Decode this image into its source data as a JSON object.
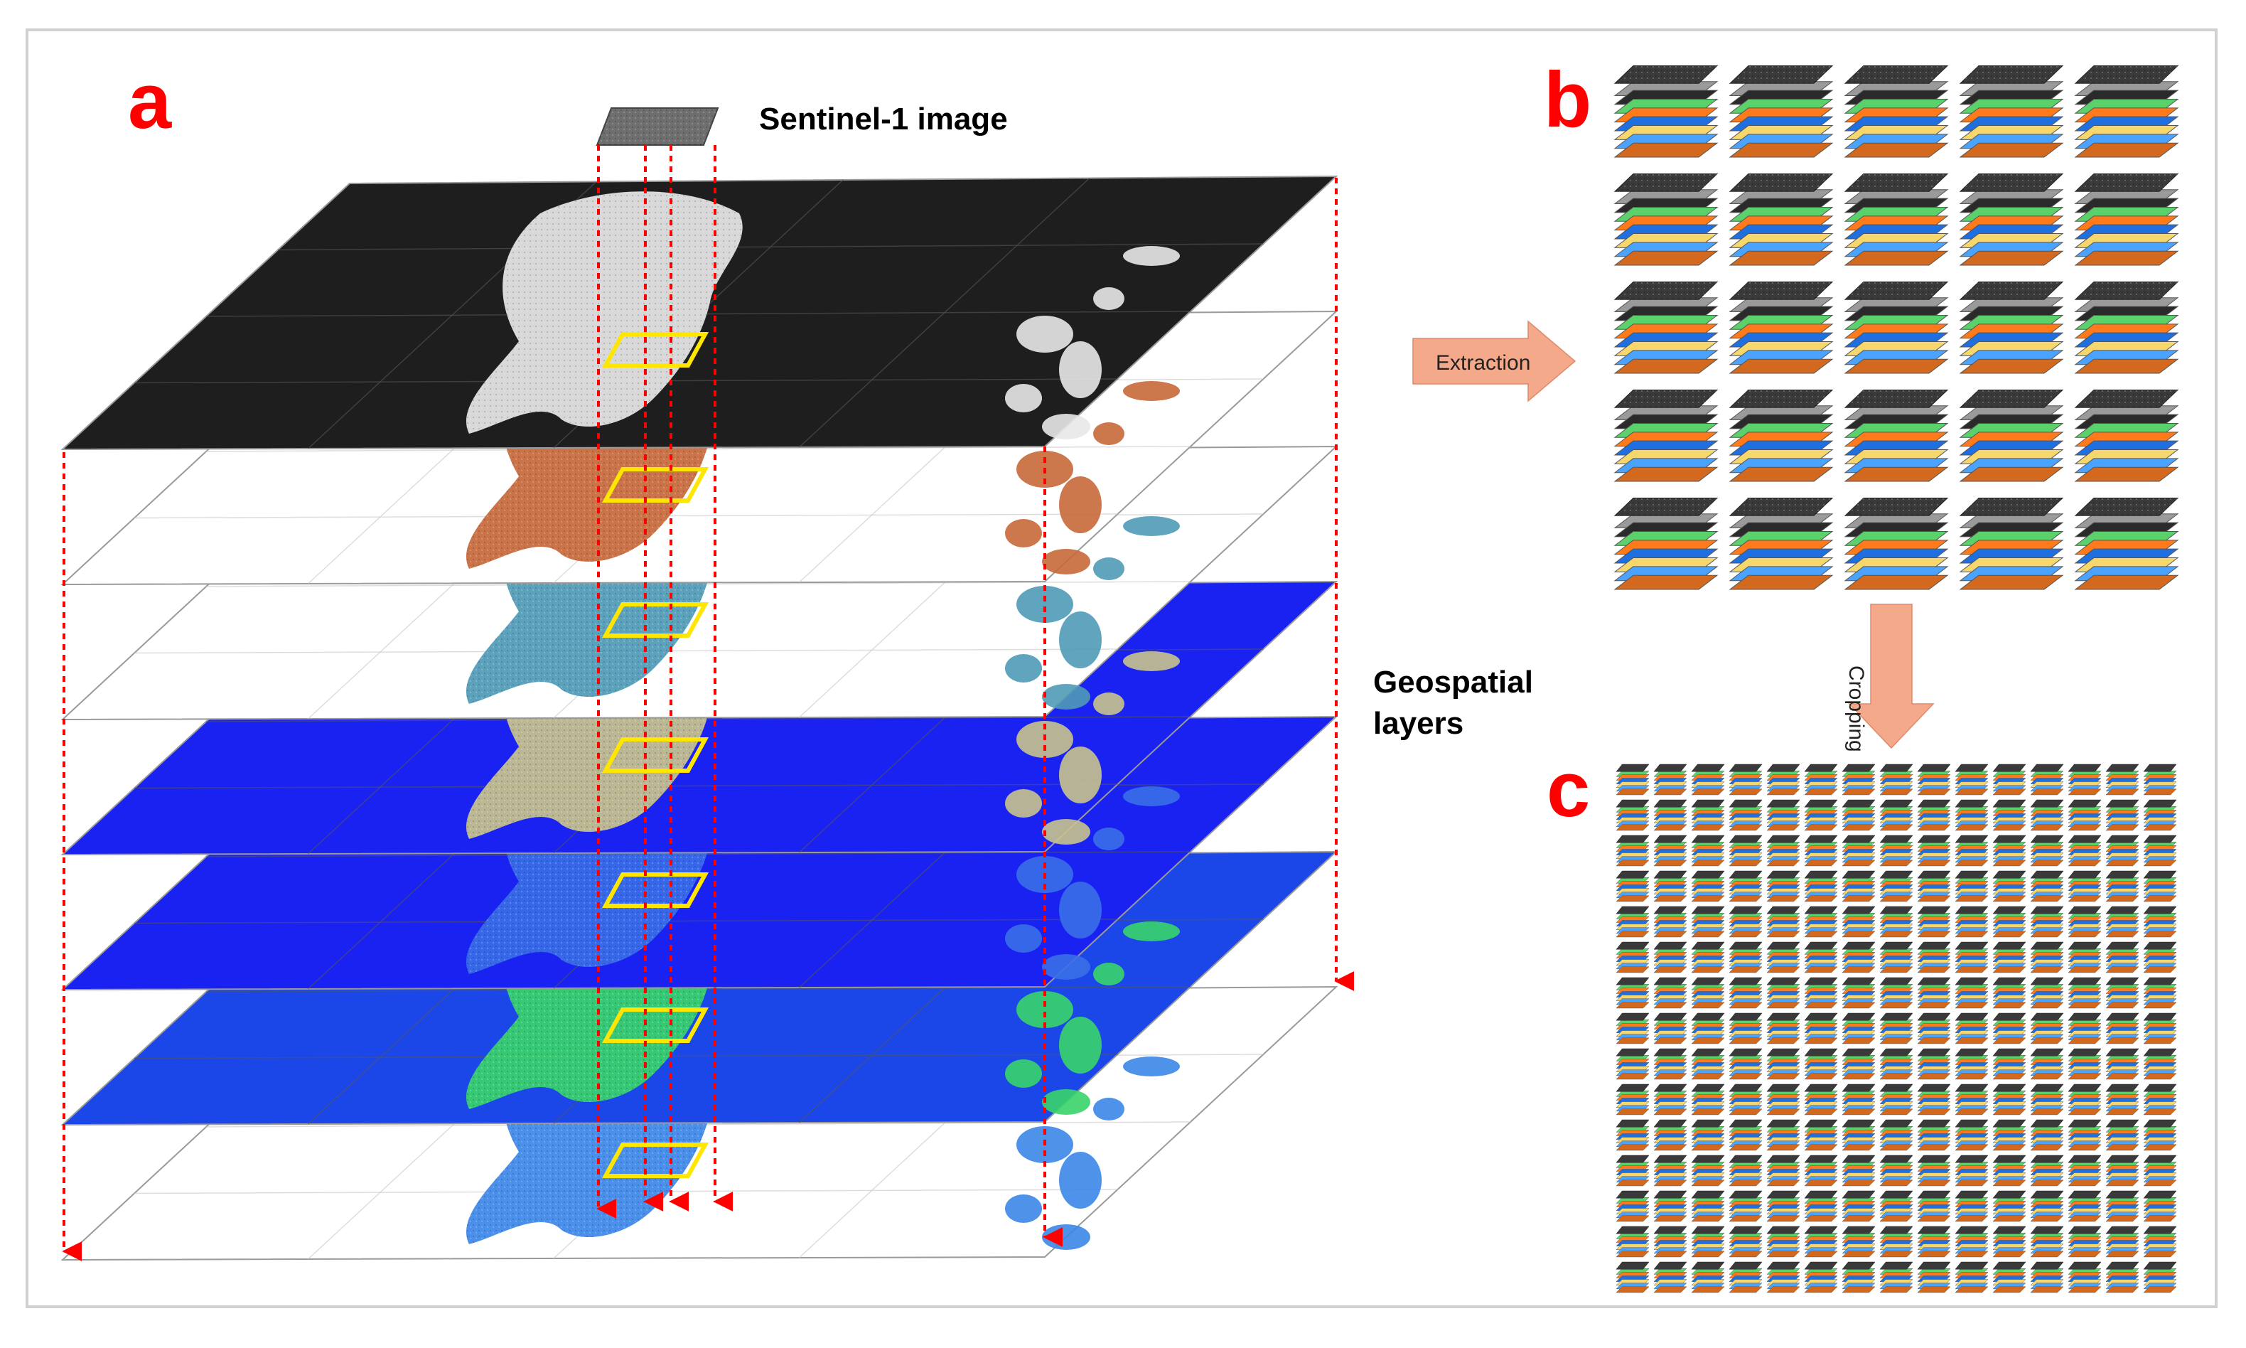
{
  "panels": {
    "a": "a",
    "b": "b",
    "c": "c"
  },
  "labels": {
    "sentinel": "Sentinel-1 image",
    "geospatial_line1": "Geospatial",
    "geospatial_line2": "layers"
  },
  "arrows": {
    "extraction": "Extraction",
    "cropping": "Cropping"
  },
  "colors": {
    "red": "#ff0000",
    "arrow_fill": "#f4a98a",
    "highlight": "#ffe600",
    "deep_blue": "#1a22f2",
    "med_blue": "#1c47e8",
    "land_orange": "#c8683a",
    "land_teal": "#4f9ab6",
    "land_beige": "#c9c38c",
    "land_green": "#39d46a",
    "land_sky": "#3b86e8",
    "dark": "#1e1e1e"
  },
  "layers": [
    {
      "name": "sentinel-1-layer",
      "fill": "#1e1e1e",
      "land": "#e8e8e8"
    },
    {
      "name": "orange-layer",
      "fill": "#ffffff",
      "land": "#c8683a"
    },
    {
      "name": "teal-layer",
      "fill": "#ffffff",
      "land": "#4f9ab6"
    },
    {
      "name": "beige-layer",
      "fill": "#1a22f2",
      "land": "#c9c38c"
    },
    {
      "name": "blue-green-layer",
      "fill": "#1a22f2",
      "land": "#3a6fe8"
    },
    {
      "name": "green-layer",
      "fill": "#1c47e8",
      "land": "#39d46a"
    },
    {
      "name": "sky-blue-layer",
      "fill": "#ffffff",
      "land": "#3b86e8"
    }
  ],
  "grid_b": {
    "rows": 5,
    "cols": 5
  },
  "grid_c": {
    "rows": 15,
    "cols": 15
  },
  "stack_colors": [
    "#d2691e",
    "#4aa3ff",
    "#f5d76e",
    "#1f6fe0",
    "#ff7a1a",
    "#5bd16b",
    "#2a2a2a",
    "#9a9a9a"
  ]
}
